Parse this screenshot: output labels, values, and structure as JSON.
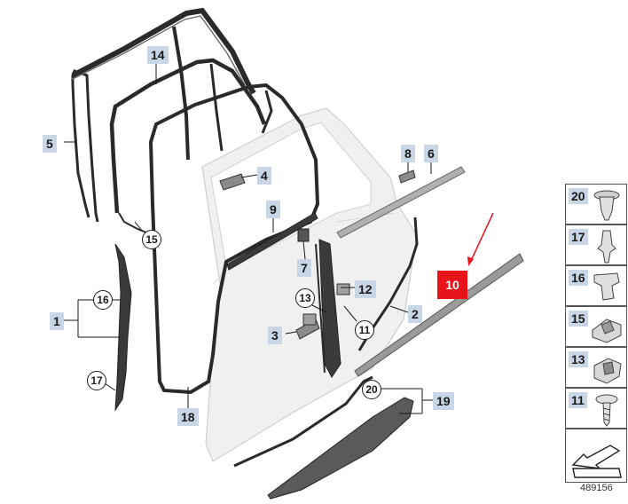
{
  "labels": {
    "l14": "14",
    "l5": "5",
    "l4": "4",
    "l9": "9",
    "l8": "8",
    "l6": "6",
    "l7": "7",
    "l12": "12",
    "l2": "2",
    "l3": "3",
    "l1": "1",
    "l18": "18",
    "l19": "19"
  },
  "circled": {
    "c15": "15",
    "c16": "16",
    "c17": "17",
    "c13": "13",
    "c11": "11",
    "c20": "20"
  },
  "highlight": {
    "label": "10",
    "color": "#e8131b"
  },
  "legend": [
    "20",
    "17",
    "16",
    "15",
    "13",
    "11"
  ],
  "figure_number": "489156",
  "colors": {
    "label_bg": "#c9d6e6",
    "door_fill": "#f0f0f0",
    "seal": "#2a2a2a",
    "arrow": "#e8131b"
  }
}
